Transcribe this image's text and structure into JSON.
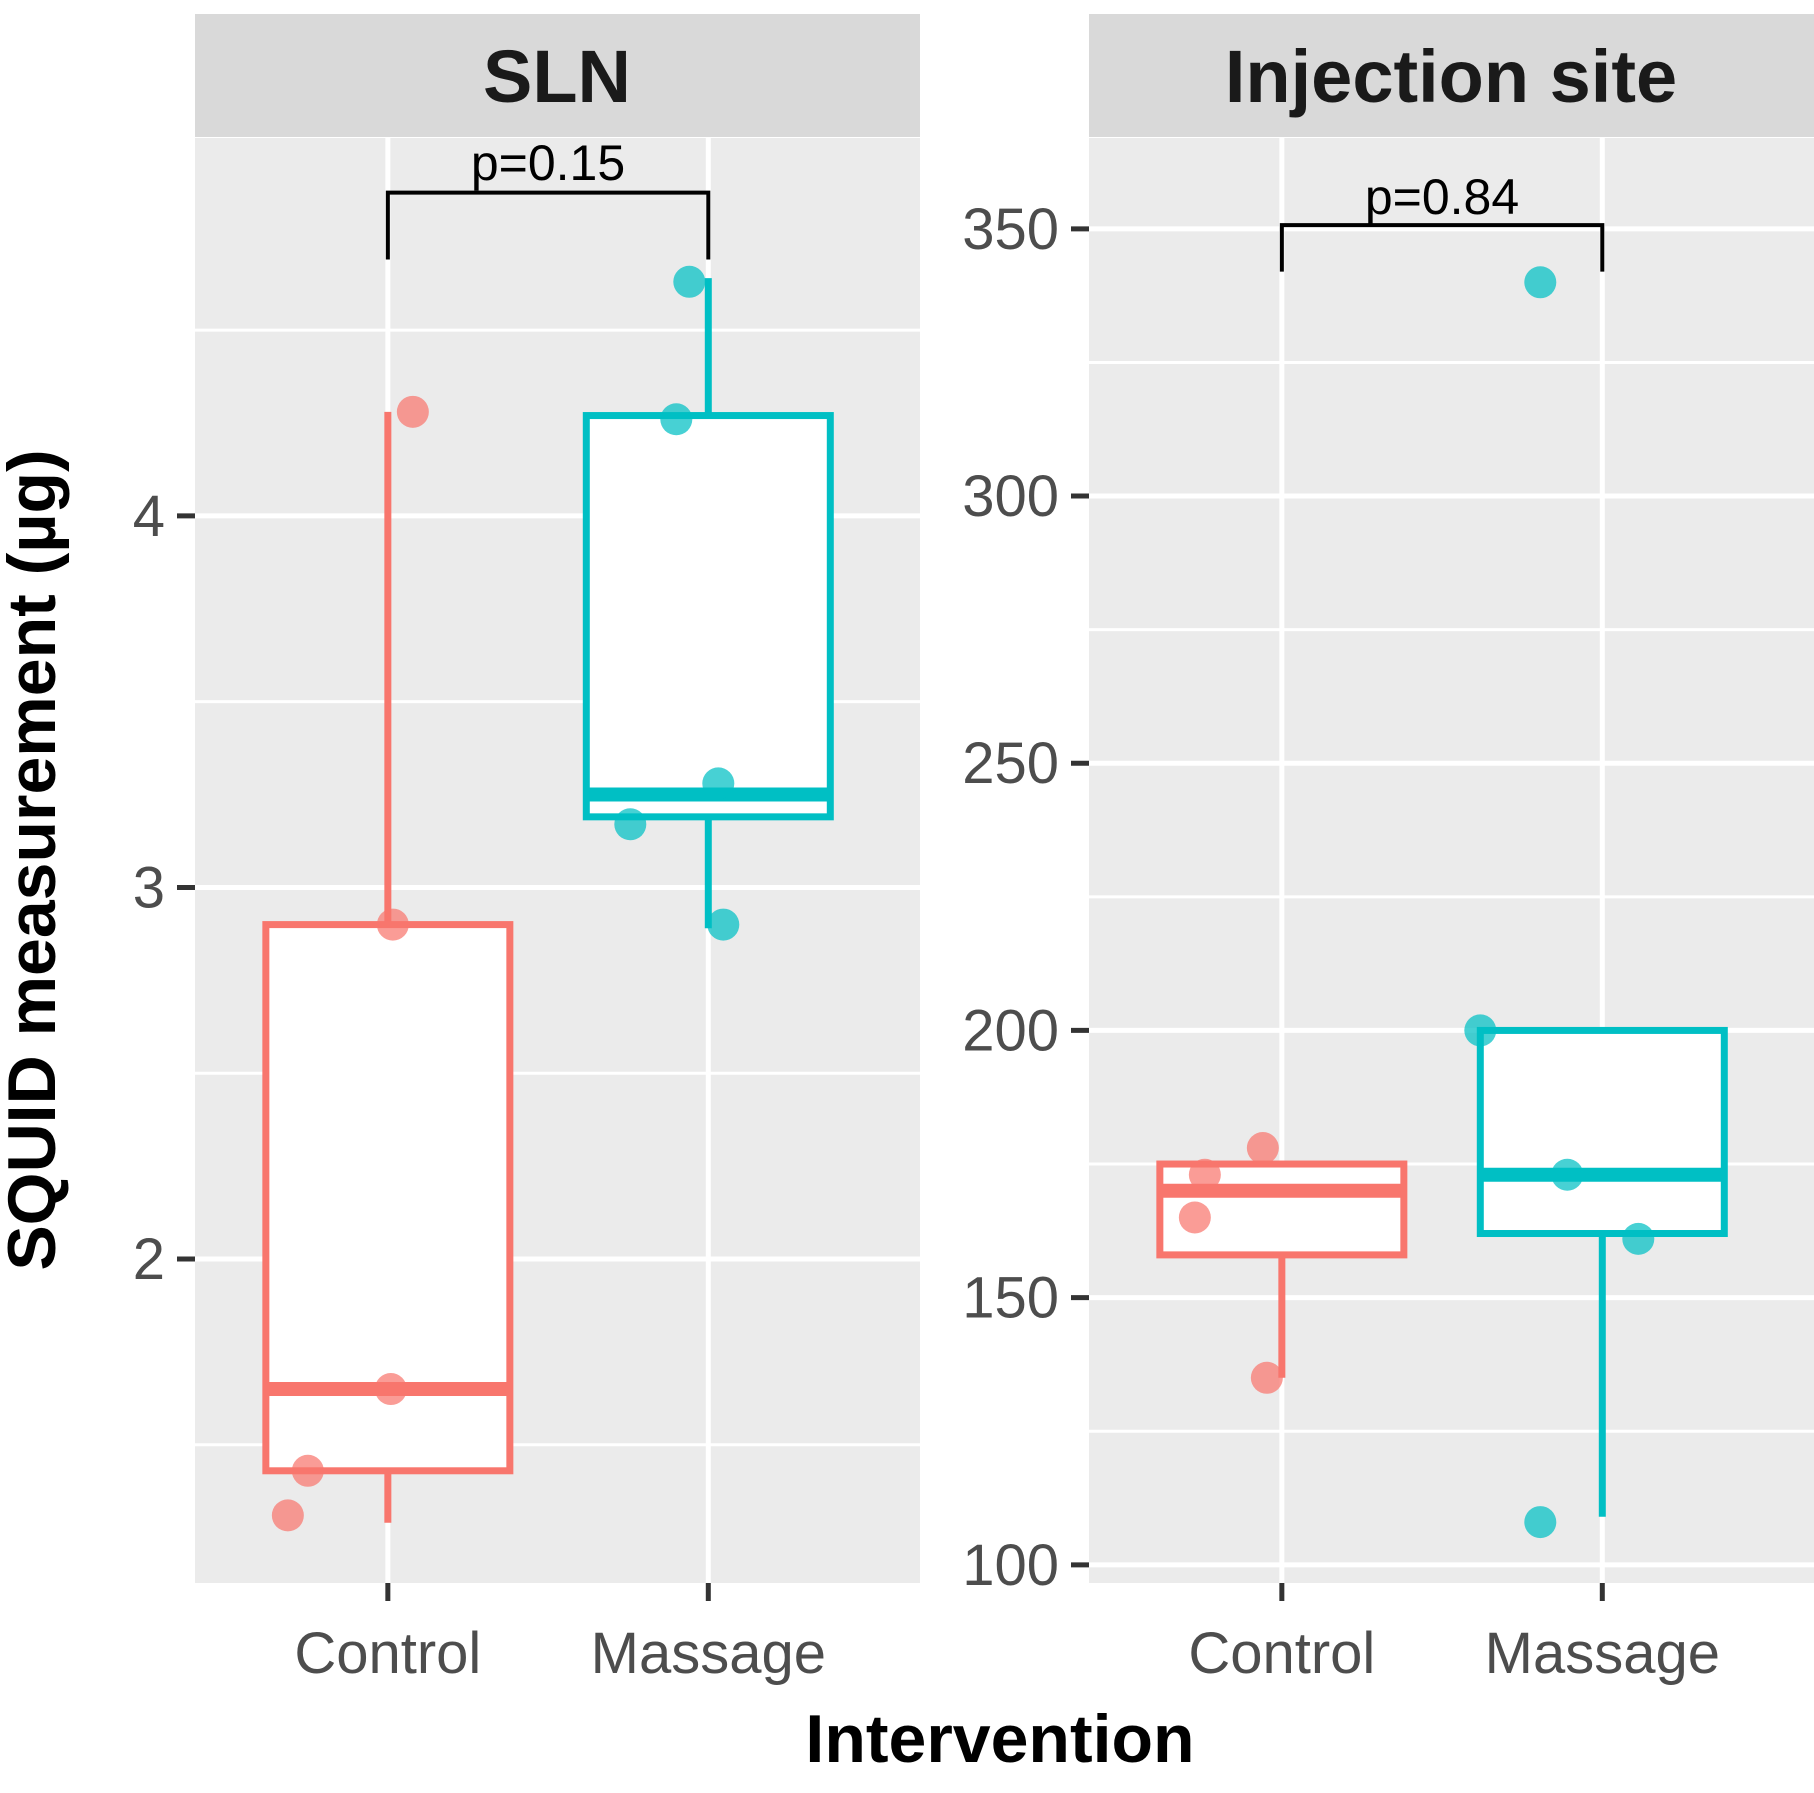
{
  "labels": {
    "y_axis_title": "SQUID measurement (µg)",
    "x_axis_title": "Intervention"
  },
  "colors": {
    "control": "#F8766D",
    "massage": "#00BFC4",
    "panel_bg": "#EBEBEB",
    "strip_bg": "#D9D9D9",
    "grid": "#FFFFFF",
    "tick_mark": "#333333",
    "tick_text": "#4D4D4D",
    "bracket": "#000000",
    "box_fill": "#FFFFFF"
  },
  "chart_data": [
    {
      "type": "boxplot",
      "facet_label": "SLN",
      "p_label": "p=0.15",
      "ylabel": "SQUID measurement (µg)",
      "xlabel": "Intervention",
      "categories": [
        "Control",
        "Massage"
      ],
      "y_ticks": [
        2,
        3,
        4
      ],
      "y_minor_ticks": [
        1.5,
        2.5,
        3.5,
        4.5
      ],
      "y_domain": [
        1.128,
        5.017
      ],
      "grid": true,
      "groups": [
        {
          "name": "Control",
          "color_key": "control",
          "box": {
            "q1": 1.43,
            "median": 1.65,
            "q3": 2.9,
            "whisker_low": 1.29,
            "whisker_high": 4.28
          },
          "points": [
            {
              "v": 4.28,
              "dx": 25
            },
            {
              "v": 2.9,
              "dx": 5
            },
            {
              "v": 1.65,
              "dx": 3
            },
            {
              "v": 1.43,
              "dx": -80
            },
            {
              "v": 1.31,
              "dx": -100
            }
          ]
        },
        {
          "name": "Massage",
          "color_key": "massage",
          "box": {
            "q1": 3.19,
            "median": 3.25,
            "q3": 4.27,
            "whisker_low": 2.89,
            "whisker_high": 4.64
          },
          "points": [
            {
              "v": 4.63,
              "dx": -19
            },
            {
              "v": 4.26,
              "dx": -32
            },
            {
              "v": 3.28,
              "dx": 10
            },
            {
              "v": 3.17,
              "dx": -78
            },
            {
              "v": 2.9,
              "dx": 15
            }
          ]
        }
      ],
      "bracket": {
        "y_top": 4.87,
        "y_drop": 4.69
      },
      "layout": {
        "panel_x": [
          195,
          920
        ],
        "panel_y": [
          138,
          1583
        ],
        "strip_y": [
          14,
          137
        ],
        "cat_fx": [
          0.266,
          0.708
        ]
      }
    },
    {
      "type": "boxplot",
      "facet_label": "Injection site",
      "p_label": "p=0.84",
      "ylabel": "SQUID measurement (µg)",
      "xlabel": "Intervention",
      "categories": [
        "Control",
        "Massage"
      ],
      "y_ticks": [
        100,
        150,
        200,
        250,
        300,
        350
      ],
      "y_minor_ticks": [
        125,
        175,
        225,
        275,
        325
      ],
      "y_domain": [
        96.6,
        367.0
      ],
      "grid": true,
      "groups": [
        {
          "name": "Control",
          "color_key": "control",
          "box": {
            "q1": 158,
            "median": 170,
            "q3": 175,
            "whisker_low": 135,
            "whisker_high": 175
          },
          "points": [
            {
              "v": 178,
              "dx": -19
            },
            {
              "v": 173,
              "dx": -77
            },
            {
              "v": 165,
              "dx": -87
            },
            {
              "v": 135,
              "dx": -15
            }
          ]
        },
        {
          "name": "Massage",
          "color_key": "massage",
          "box": {
            "q1": 162,
            "median": 173,
            "q3": 200,
            "whisker_low": 109,
            "whisker_high": 200
          },
          "points": [
            {
              "v": 340,
              "dx": -62
            },
            {
              "v": 200,
              "dx": -122
            },
            {
              "v": 173,
              "dx": -35
            },
            {
              "v": 161,
              "dx": 36
            },
            {
              "v": 108,
              "dx": -62
            }
          ]
        }
      ],
      "bracket": {
        "y_top": 350.7,
        "y_drop": 342.0
      },
      "layout": {
        "panel_x": [
          1089,
          1814
        ],
        "panel_y": [
          138,
          1583
        ],
        "strip_y": [
          14,
          137
        ],
        "cat_fx": [
          0.266,
          0.708
        ]
      }
    }
  ]
}
